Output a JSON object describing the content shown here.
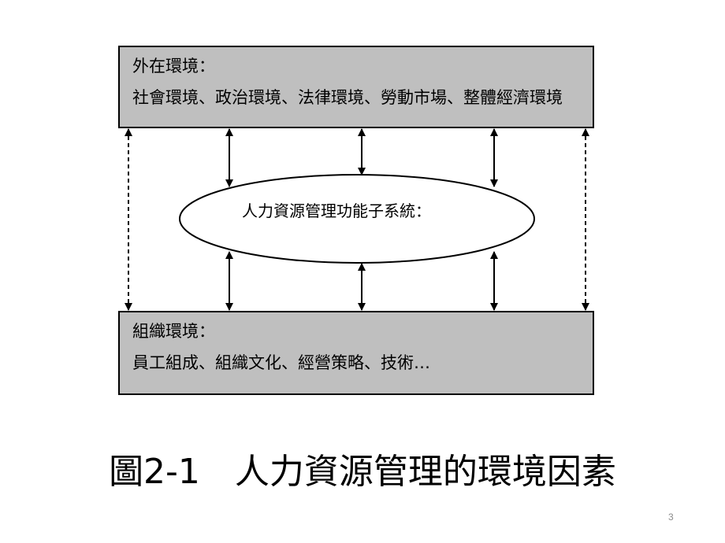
{
  "diagram": {
    "external": {
      "title": "外在環境：",
      "body": "社會環境、政治環境、法律環境、勞動市場、整體經濟環境"
    },
    "hr": {
      "label": "人力資源管理功能子系統："
    },
    "organization": {
      "title": "組織環境：",
      "body": "員工組成、組織文化、經營策略、技術…"
    }
  },
  "caption": "圖2-1　人力資源管理的環境因素",
  "page_number": "3",
  "colors": {
    "box_fill": "#bfbfbf",
    "stroke": "#000000",
    "page_number": "#8c8c8c"
  }
}
